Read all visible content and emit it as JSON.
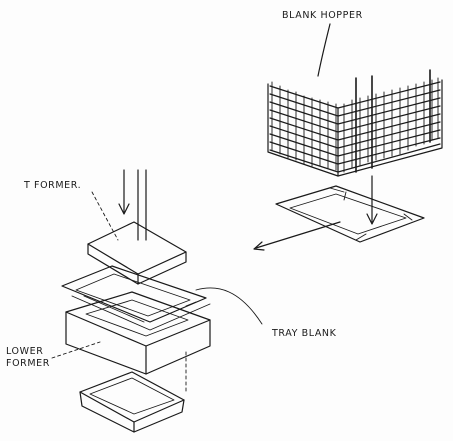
{
  "labels": {
    "blank_hopper": "BLANK HOPPER",
    "top_former": "T  FORMER.",
    "tray_blank": "TRAY BLANK",
    "lower_former_1": "LOWER",
    "lower_former_2": "FORMER"
  }
}
